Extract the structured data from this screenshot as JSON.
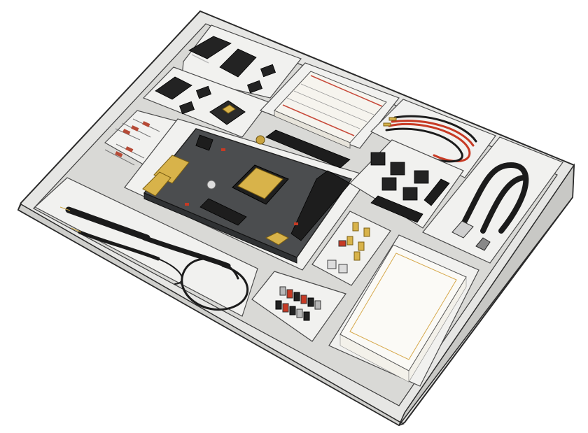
{
  "scene": {
    "kind": "illustration",
    "colors": {
      "tray": "#e6e6e4",
      "pcb": "#4b4d4f",
      "gold": "#d8b34a",
      "red_wire": "#c73a24",
      "cable": "#1b1b1b"
    },
    "items": [
      "ic-chips",
      "breadboard",
      "resistors",
      "dev-board",
      "jumper-wires",
      "buttons-and-pin-headers",
      "usb-cable",
      "oscilloscope-probe",
      "terminal-connectors",
      "smd-components",
      "sticky-notes"
    ]
  }
}
